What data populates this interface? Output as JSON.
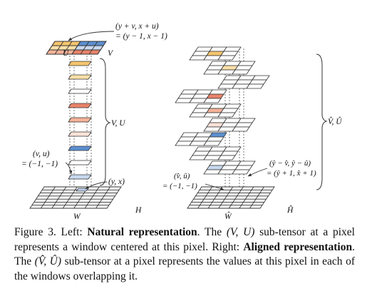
{
  "figure": {
    "left": {
      "top_annotation_line1": "(y + v, x + u)",
      "top_annotation_line2": "= (y − 1, x − 1)",
      "label_U": "U",
      "label_V": "V",
      "brace_label": "V, U",
      "vu_line1": "(v, u)",
      "vu_line2": "= (−1, −1)",
      "yx_label": "(y, x)",
      "label_W": "W",
      "label_H": "H",
      "colors": {
        "orange": "#f5c56e",
        "blue": "#5b8fd0",
        "light_orange": "#fbe0a8",
        "salmon": "#e8836a",
        "peach": "#f4b398",
        "pale_pink": "#fbe3d8",
        "pale_blue": "#c8d8ee"
      }
    },
    "right": {
      "brace_label": "V̂, Û",
      "annot1_line1": "(ŷ − v̂, ŷ − û)",
      "annot1_line2": "= (ŷ + 1, x̂ + 1)",
      "annot2_line1": "(v̂, û)",
      "annot2_line2": "= (−1, −1)",
      "label_W": "Ŵ",
      "label_H": "Ĥ"
    }
  },
  "caption": {
    "prefix": "Figure 3. Left: ",
    "bold1": "Natural representation",
    "text1": ". The ",
    "vu": "(V, U)",
    "text2": " sub-tensor at a pixel represents a window centered at this pixel. Right: ",
    "bold2": "Aligned representation",
    "text3": ". The ",
    "vu_hat": "(V̂, Û)",
    "text4": " sub-tensor at a pixel represents the values at this pixel in each of the windows overlapping it."
  }
}
